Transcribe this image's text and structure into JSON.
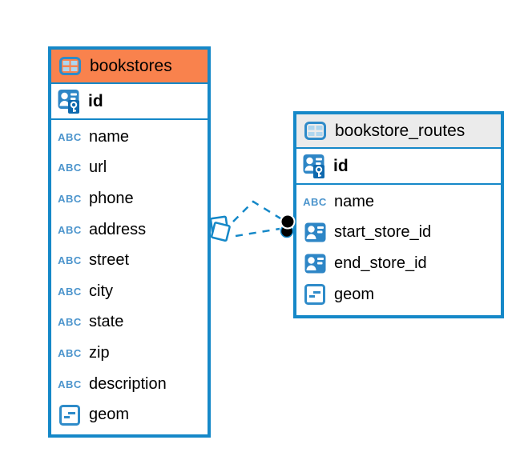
{
  "colors": {
    "table_border": "#1588C8",
    "bookstores_header": "#F9824D",
    "routes_header": "#EBEBEB",
    "icon_blue": "#2E86C6",
    "connector_line": "#1588C8",
    "text": "#000000"
  },
  "icons": {
    "text_glyph": "ABC"
  },
  "tables": [
    {
      "title": "bookstores",
      "pk": "id",
      "fields": [
        "name",
        "url",
        "phone",
        "address",
        "street",
        "city",
        "state",
        "zip",
        "description",
        "geom"
      ],
      "field_types": [
        "text",
        "text",
        "text",
        "text",
        "text",
        "text",
        "text",
        "text",
        "text",
        "geometry"
      ]
    },
    {
      "title": "bookstore_routes",
      "pk": "id",
      "fields": [
        "name",
        "start_store_id",
        "end_store_id",
        "geom"
      ],
      "field_types": [
        "text",
        "reference",
        "reference",
        "geometry"
      ]
    }
  ],
  "relationship": {
    "style": "dashed",
    "count": 2,
    "bookstores_end_marker": "diamond",
    "routes_end_marker": "dot"
  }
}
